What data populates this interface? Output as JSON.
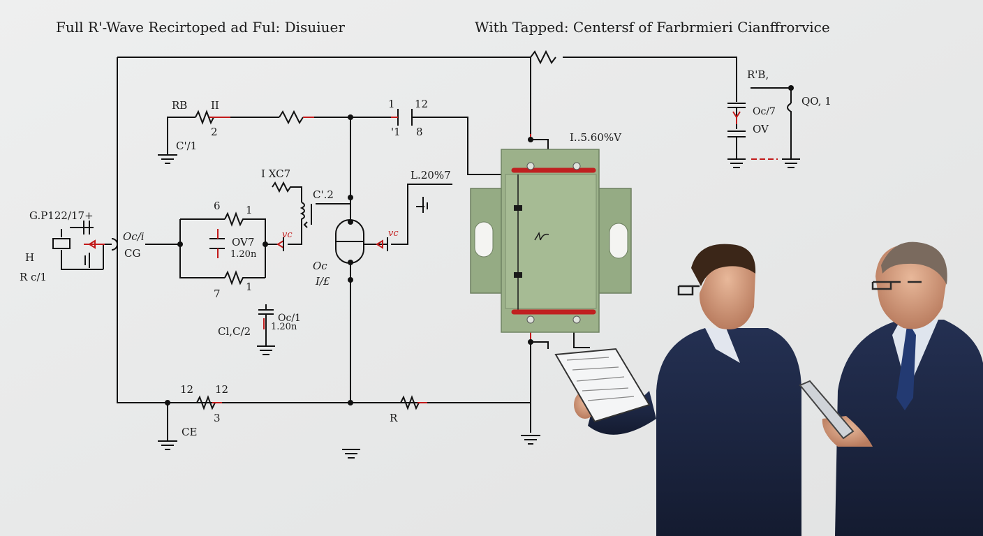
{
  "titles": {
    "left": "Full R'-Wave Recirtoped ad Ful: Disuiuer",
    "right": "With Tapped: Centersf of Farbrmieri Cianffrorvice"
  },
  "labels": {
    "rb_top": "RB",
    "ii": "II",
    "n2": "2",
    "c1": "C'/1",
    "cap_1": "1",
    "cap_12": "12",
    "cap_1b": "'1",
    "cap_8": "8",
    "ixc7": "I XC7",
    "c2": "C'.2",
    "l20": "L.20%7",
    "gp": "G.P122/17+",
    "h": "H",
    "rc1": "R c/1",
    "oct": "Oc/i",
    "cg": "CG",
    "n6": "6",
    "n1a": "1",
    "ov7": "OV7",
    "r1_20n": "1.20n",
    "n7": "7",
    "n1b": "1",
    "vc1": "vc",
    "vc2": "vc",
    "oc": "Oc",
    "ie": "I/£",
    "oci": "Oc/1",
    "c20n": "1.20n",
    "clc2": "Cl,C/2",
    "transformer_rating": "I..5.60%V",
    "rb_right": "R'B,",
    "oc7": "Oc/7",
    "ov": "OV",
    "qo1": "QO, 1",
    "b12a": "12",
    "b12b": "12",
    "b3": "3",
    "b_ce": "CE",
    "b_r": "R"
  },
  "colors": {
    "background": "#e9eaea",
    "wire": "#111111",
    "accent_red": "#c21a1a",
    "transformer": "#9cb18a",
    "suit": "#1c2640"
  }
}
